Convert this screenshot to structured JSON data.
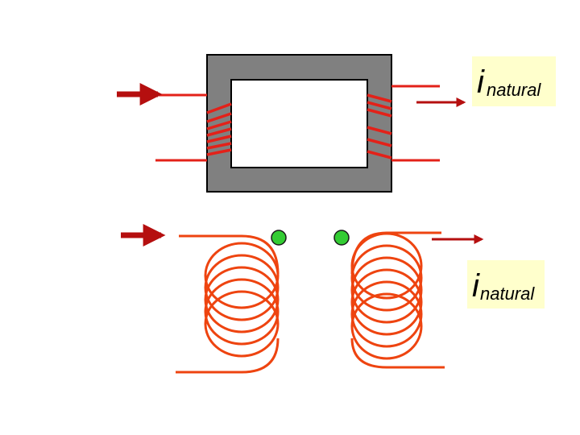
{
  "colors": {
    "core_fill": "#808080",
    "core_border": "#000000",
    "wire": "#e32119",
    "coil": "#ee4410",
    "arrow": "#b50f0f",
    "dot": "#33cc33",
    "label_bg": "#ffffcc"
  },
  "labels": {
    "top": {
      "symbol": "i",
      "subscript": "natural"
    },
    "bottom": {
      "symbol": "i",
      "subscript": "natural"
    }
  }
}
